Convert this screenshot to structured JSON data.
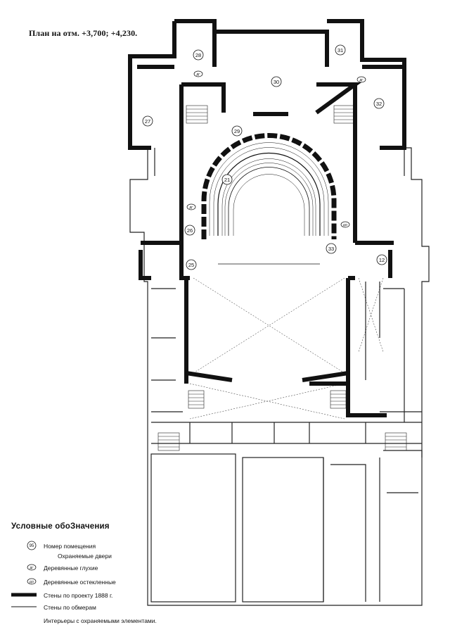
{
  "title": "План на отм. +3,700; +4,230.",
  "rooms": [
    "21",
    "25",
    "26",
    "27",
    "28",
    "29",
    "30",
    "31",
    "32",
    "33",
    "12"
  ],
  "door_tags": [
    "ДГ",
    "ДО"
  ],
  "legend": {
    "heading": "Условные обоЗначения",
    "items": [
      {
        "symbol": "95",
        "label": "Номер помещения"
      },
      {
        "symbol": "",
        "label": "Охраняемые двери"
      },
      {
        "symbol": "ДГ",
        "label": "Деревянные глухие"
      },
      {
        "symbol": "ДО",
        "label": "Деревянные остекленные"
      },
      {
        "symbol": "",
        "label": "Стены по проекту 1888 г."
      },
      {
        "symbol": "",
        "label": "Стены по обмерам"
      },
      {
        "symbol": "",
        "label": "Интерьеры с охраняемыми элементами."
      }
    ]
  }
}
